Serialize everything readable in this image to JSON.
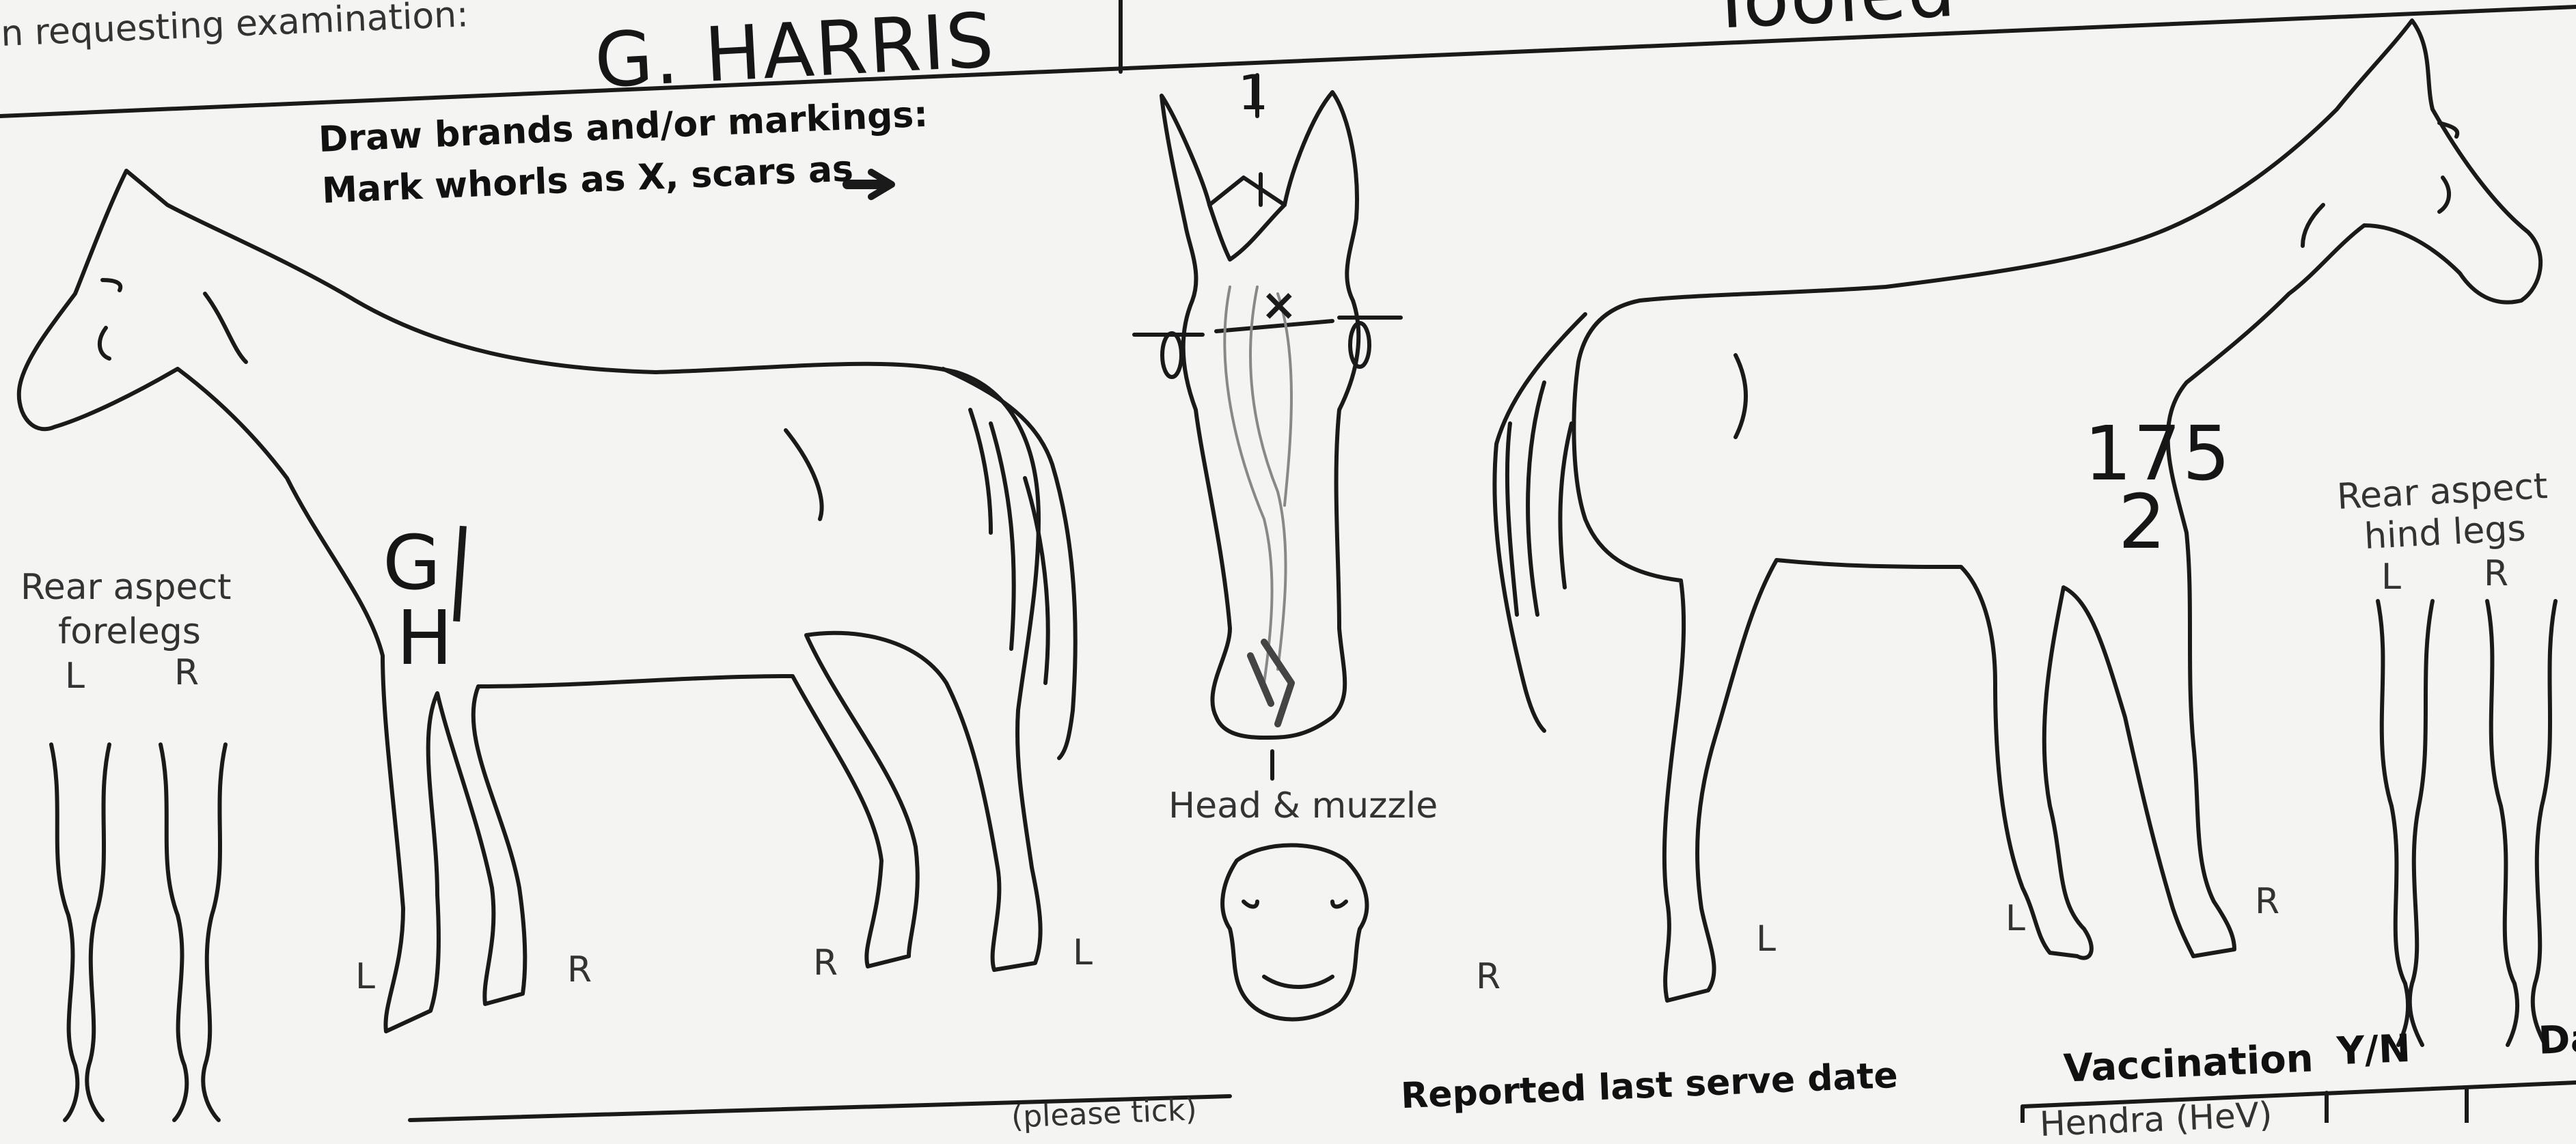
{
  "header": {
    "requesting_label": "n requesting examination:",
    "requesting_name": "G. HARRIS",
    "right_partial": "Tooled"
  },
  "instructions": {
    "line1": "Draw brands and/or markings:",
    "line2": "Mark whorls as X, scars as"
  },
  "forelegs": {
    "title_line1": "Rear aspect",
    "title_line2": "forelegs",
    "left": "L",
    "right": "R"
  },
  "hindlegs": {
    "title_line1": "Rear aspect",
    "title_line2": "hind legs",
    "left": "L",
    "right": "R"
  },
  "left_horse": {
    "brand_line1": "G",
    "brand_line2": "H",
    "leg_labels": [
      "L",
      "R",
      "R",
      "L"
    ]
  },
  "right_horse": {
    "brand_line1": "175",
    "brand_line2": "2",
    "leg_labels": [
      "R",
      "L",
      "L",
      "R"
    ]
  },
  "head": {
    "number_mark": "1",
    "muzzle_label": "Head & muzzle"
  },
  "bottom": {
    "tick_partial": "(please tick)",
    "serve_label": "Reported last serve date",
    "vaccination_head": "Vaccination",
    "yn_head": "Y/N",
    "date_head": "Da",
    "hendra": "Hendra (HeV)"
  }
}
